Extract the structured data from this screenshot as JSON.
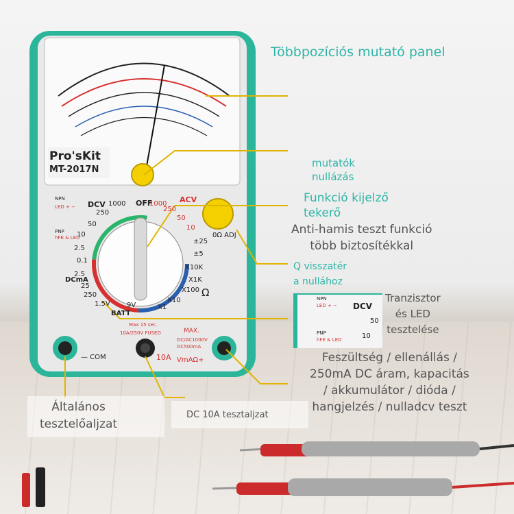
{
  "brand": "Pro'sKit",
  "model": "MT-2017N",
  "callouts": {
    "pointer_panel": "Többpozíciós mutató panel",
    "pointer_zero": "mutatók\nnullázás",
    "function_display": "Funkció kijelző\ntekerő",
    "anti_fake": "Anti-hamis teszt funkció\ntöbb biztosítékkal",
    "q_return": "Q visszatér\na nullához",
    "transistor_led": "Tranzisztor\nés LED\ntesztelése",
    "voltage_resist": "Feszültség / ellenállás /\n250mA DC áram, kapacitás\n/ akkumulátor / dióda /\nhangjelzés / nulladcv teszt",
    "general_socket": "Általános\ntesztelőaljzat",
    "dc10a_socket": "DC 10A tesztaljzat"
  },
  "meter_labels": {
    "dcv": "DCV",
    "off": "OFF",
    "dcma": "DCmA",
    "batt": "BATT",
    "acv": "ACV",
    "npn": "NPN",
    "pnp": "PNP",
    "led_pm": "LED + −",
    "hfe_led": "hFE & LED",
    "com": "— COM",
    "a10": "10A",
    "vmaq": "VmAΩ+",
    "max": "MAX.",
    "fused": "10A/250V FUSED",
    "max15": "Max 15 sec.",
    "dc_ac": "DC/AC1000V",
    "dc500": "DC500mA",
    "ohm": "Ω",
    "x1k": "X1K",
    "x10k": "X10K",
    "x100": "X100",
    "x10": "X10",
    "x1": "X1",
    "v15": "1.5V",
    "v9": "9V",
    "adj": "0Ω ADJ"
  },
  "dial_left": [
    "1000",
    "250",
    "50",
    "10",
    "2.5",
    "0.1",
    "2.5",
    "25",
    "250"
  ],
  "dial_right": [
    "1000",
    "250",
    "50",
    "10",
    "±25",
    "±5",
    "X10K",
    "X1K",
    "X100"
  ],
  "inset": {
    "npn": "NPN",
    "led": "LED + −",
    "pnp": "PNP",
    "hfe": "hFE & LED",
    "dcv": "DCV",
    "v50": "50",
    "v10": "10"
  },
  "colors": {
    "body": "#2bb59a",
    "callout_teal": "#2db5a7",
    "knob": "#f4d000",
    "callout_line": "#e0b400"
  }
}
